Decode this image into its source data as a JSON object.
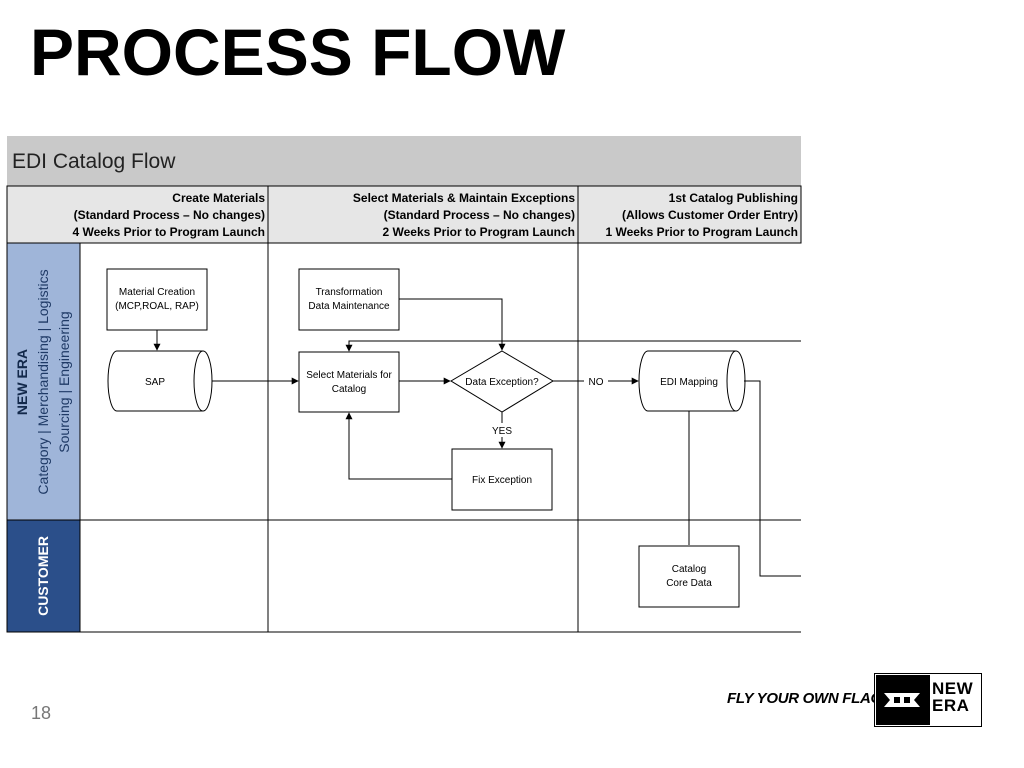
{
  "slide": {
    "title": "PROCESS FLOW",
    "page_number": "18",
    "tagline": "FLY YOUR OWN FLAG",
    "logo_text_line1": "NEW",
    "logo_text_line2": "ERA"
  },
  "diagram": {
    "title": "EDI Catalog Flow",
    "phases": [
      {
        "line1": "Create Materials",
        "line2": "(Standard Process – No changes)",
        "line3": "4 Weeks Prior to Program Launch"
      },
      {
        "line1": "Select Materials & Maintain Exceptions",
        "line2": "(Standard Process – No changes)",
        "line3": "2 Weeks Prior to Program Launch"
      },
      {
        "line1": "1st Catalog Publishing",
        "line2": "(Allows Customer Order Entry)",
        "line3": "1 Weeks Prior to Program Launch"
      }
    ],
    "lanes": {
      "new_era": {
        "line1": "NEW ERA",
        "line2": "Category | Merchandising | Logistics",
        "line3": "Sourcing | Engineering"
      },
      "customer": {
        "line1": "CUSTOMER"
      }
    },
    "nodes": {
      "material_creation": {
        "line1": "Material Creation",
        "line2": "(MCP,ROAL, RAP)"
      },
      "sap": {
        "label": "SAP"
      },
      "transformation": {
        "line1": "Transformation",
        "line2": "Data Maintenance"
      },
      "select_materials": {
        "line1": "Select Materials for",
        "line2": "Catalog"
      },
      "data_exception": {
        "label": "Data Exception?"
      },
      "fix_exception": {
        "label": "Fix Exception"
      },
      "edi_mapping": {
        "label": "EDI Mapping"
      },
      "catalog_core": {
        "line1": "Catalog",
        "line2": "Core Data"
      }
    },
    "edge_labels": {
      "no": "NO",
      "yes": "YES"
    },
    "colors": {
      "header_gray": "#c9c9c9",
      "phase_row": "#e6e6e6",
      "new_era_lane": "#9fb5d9",
      "customer_lane": "#2b4f8a"
    }
  }
}
